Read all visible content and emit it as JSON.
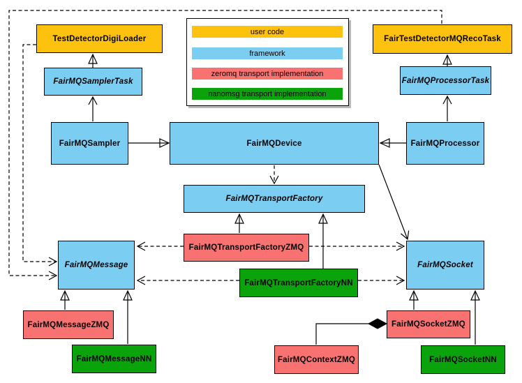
{
  "diagram_type": "uml-class-diagram",
  "nodes": {
    "digiLoader": {
      "label": "TestDetectorDigiLoader",
      "category": "user code",
      "abstract": false
    },
    "recoTask": {
      "label": "FairTestDetectorMQRecoTask",
      "category": "user code",
      "abstract": false
    },
    "samplerTask": {
      "label": "FairMQSamplerTask",
      "category": "framework",
      "abstract": true
    },
    "processorTask": {
      "label": "FairMQProcessorTask",
      "category": "framework",
      "abstract": true
    },
    "sampler": {
      "label": "FairMQSampler",
      "category": "framework",
      "abstract": false
    },
    "device": {
      "label": "FairMQDevice",
      "category": "framework",
      "abstract": false
    },
    "processor": {
      "label": "FairMQProcessor",
      "category": "framework",
      "abstract": false
    },
    "transportFactory": {
      "label": "FairMQTransportFactory",
      "category": "framework",
      "abstract": true
    },
    "transportFactoryZMQ": {
      "label": "FairMQTransportFactoryZMQ",
      "category": "zeromq transport implementation",
      "abstract": false
    },
    "transportFactoryNN": {
      "label": "FairMQTransportFactoryNN",
      "category": "nanomsg transport implementation",
      "abstract": false
    },
    "message": {
      "label": "FairMQMessage",
      "category": "framework",
      "abstract": true
    },
    "socket": {
      "label": "FairMQSocket",
      "category": "framework",
      "abstract": true
    },
    "messageZMQ": {
      "label": "FairMQMessageZMQ",
      "category": "zeromq transport implementation",
      "abstract": false
    },
    "messageNN": {
      "label": "FairMQMessageNN",
      "category": "nanomsg transport implementation",
      "abstract": false
    },
    "socketZMQ": {
      "label": "FairMQSocketZMQ",
      "category": "zeromq transport implementation",
      "abstract": false
    },
    "contextZMQ": {
      "label": "FairMQContextZMQ",
      "category": "zeromq transport implementation",
      "abstract": false
    },
    "socketNN": {
      "label": "FairMQSocketNN",
      "category": "nanomsg transport implementation",
      "abstract": false
    }
  },
  "legend": {
    "items": [
      {
        "label": "user code",
        "color": "#FDC20D"
      },
      {
        "label": "framework",
        "color": "#7CCDF2"
      },
      {
        "label": "zeromq transport implementation",
        "color": "#F87272"
      },
      {
        "label": "nanomsg transport implementation",
        "color": "#0BA30B"
      }
    ]
  },
  "edges": [
    {
      "from": "samplerTask",
      "to": "digiLoader",
      "head": "hollow-triangle",
      "line": "solid"
    },
    {
      "from": "processorTask",
      "to": "recoTask",
      "head": "hollow-triangle",
      "line": "solid"
    },
    {
      "from": "sampler",
      "to": "samplerTask",
      "head": "open-arrow",
      "line": "solid"
    },
    {
      "from": "processor",
      "to": "processorTask",
      "head": "open-arrow",
      "line": "solid"
    },
    {
      "from": "sampler",
      "to": "device",
      "head": "hollow-triangle",
      "line": "solid"
    },
    {
      "from": "processor",
      "to": "device",
      "head": "hollow-triangle",
      "line": "solid"
    },
    {
      "from": "device",
      "to": "transportFactory",
      "head": "open-arrow",
      "line": "dashed"
    },
    {
      "from": "device",
      "to": "socket",
      "head": "open-arrow",
      "line": "solid"
    },
    {
      "from": "transportFactoryZMQ",
      "to": "transportFactory",
      "head": "hollow-triangle",
      "line": "solid"
    },
    {
      "from": "transportFactoryNN",
      "to": "transportFactory",
      "head": "hollow-triangle",
      "line": "solid"
    },
    {
      "from": "transportFactoryZMQ",
      "to": "message",
      "head": "open-arrow",
      "line": "dashed"
    },
    {
      "from": "transportFactoryZMQ",
      "to": "socket",
      "head": "open-arrow",
      "line": "dashed"
    },
    {
      "from": "transportFactoryNN",
      "to": "message",
      "head": "open-arrow",
      "line": "dashed"
    },
    {
      "from": "transportFactoryNN",
      "to": "socket",
      "head": "open-arrow",
      "line": "dashed"
    },
    {
      "from": "digiLoader",
      "to": "message",
      "head": "open-arrow",
      "line": "dashed"
    },
    {
      "from": "recoTask",
      "to": "message",
      "head": "open-arrow",
      "line": "dashed"
    },
    {
      "from": "messageZMQ",
      "to": "message",
      "head": "hollow-triangle",
      "line": "solid"
    },
    {
      "from": "messageNN",
      "to": "message",
      "head": "hollow-triangle",
      "line": "solid"
    },
    {
      "from": "socketZMQ",
      "to": "socket",
      "head": "hollow-triangle",
      "line": "solid"
    },
    {
      "from": "socketNN",
      "to": "socket",
      "head": "hollow-triangle",
      "line": "solid"
    },
    {
      "from": "contextZMQ",
      "to": "socketZMQ",
      "head": "filled-diamond",
      "line": "solid"
    }
  ]
}
